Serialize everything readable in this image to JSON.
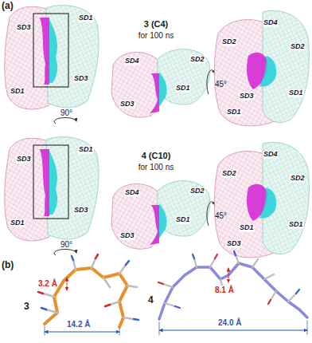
{
  "diagram": {
    "labels": [
      "(a)",
      "SD3",
      "SD1",
      "SD1",
      "SD3",
      "3 (C4)",
      "for 100 ns",
      "SD4",
      "SD2",
      "SD3",
      "SD1",
      "SD4",
      "SD2",
      "SD2",
      "SD3",
      "SD1",
      "SD1",
      "90°",
      "45°",
      "SD3",
      "SD1",
      "SD1",
      "SD3",
      "4 (C10)",
      "for 100 ns",
      "SD4",
      "SD2",
      "SD3",
      "SD1",
      "SD4",
      "SD2",
      "SD2",
      "SD3",
      "SD1",
      "SD1",
      "90°",
      "45°",
      "(b)",
      "3.2 Å",
      "14.2 Å",
      "3",
      "8.1 Å",
      "24.0 Å",
      "4"
    ]
  }
}
